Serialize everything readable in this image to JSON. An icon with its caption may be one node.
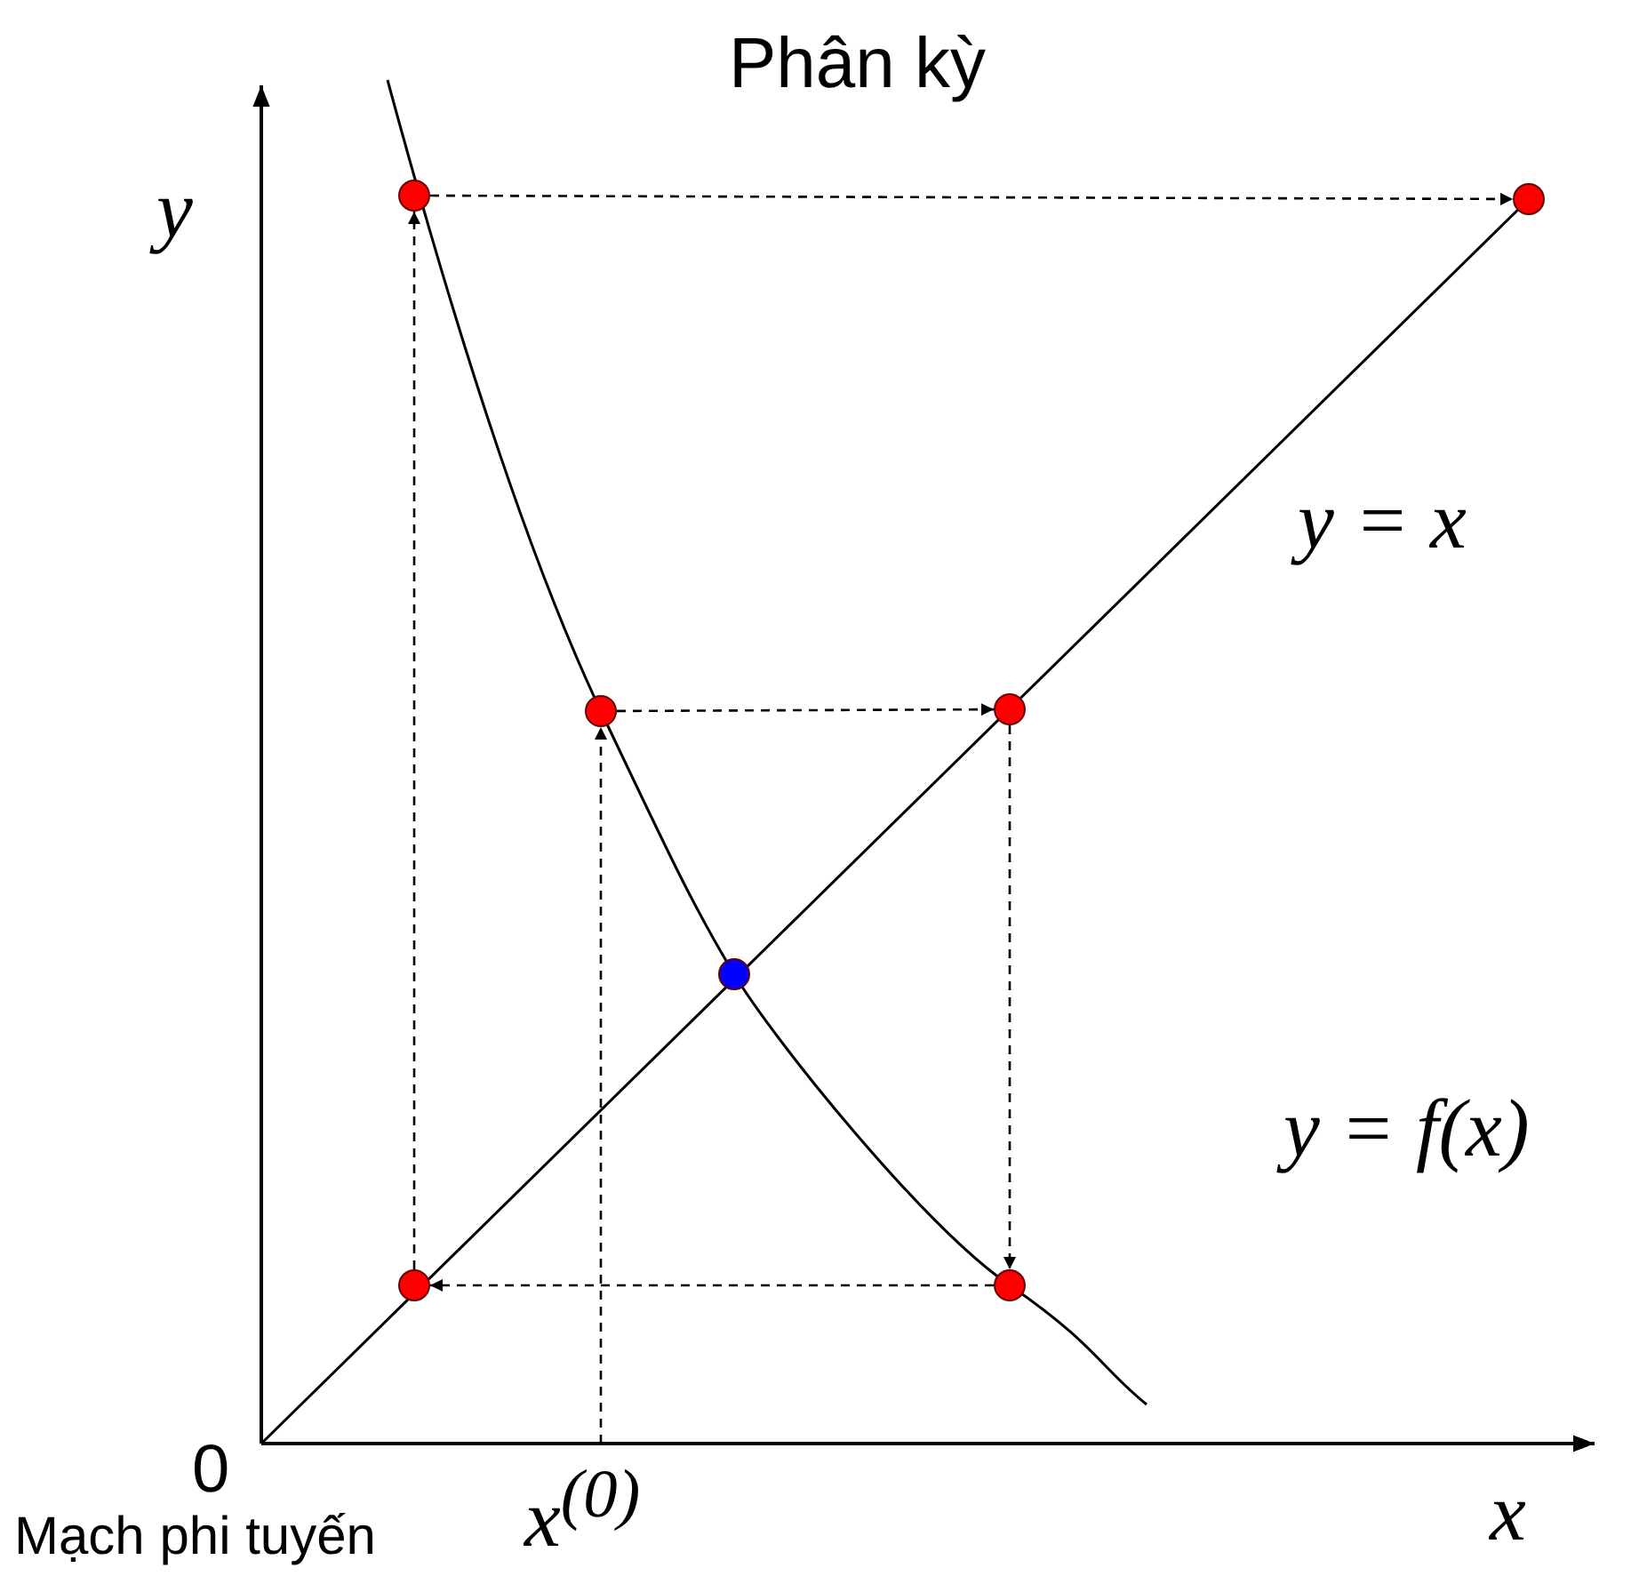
{
  "diagram": {
    "title": "Phân kỳ",
    "nodes": [
      {
        "text": [],
        "shape": "circle"
      },
      {
        "text": [],
        "shape": "circle"
      },
      {
        "text": [],
        "shape": "circle"
      },
      {
        "text": [],
        "shape": "circle"
      },
      {
        "text": [],
        "shape": "circle"
      },
      {
        "text": [],
        "shape": "circle"
      },
      {
        "text": [],
        "shape": "circle"
      }
    ],
    "edges": [
      {
        "from": null,
        "to": 2,
        "arrow": "to",
        "style": "dashed"
      },
      {
        "from": 2,
        "to": 3,
        "arrow": "to",
        "style": "dashed"
      },
      {
        "from": 3,
        "to": 6,
        "arrow": "to",
        "style": "dashed"
      },
      {
        "from": 6,
        "to": 5,
        "arrow": "to",
        "style": "dashed"
      },
      {
        "from": 5,
        "to": 0,
        "arrow": "to",
        "style": "dashed"
      },
      {
        "from": 0,
        "to": 1,
        "arrow": "to",
        "style": "dashed"
      }
    ],
    "labels": [
      "y",
      "y = x",
      "y = f(x)",
      "0",
      "x$^{(0)}$",
      "x",
      "Mạch phi tuyến"
    ]
  }
}
